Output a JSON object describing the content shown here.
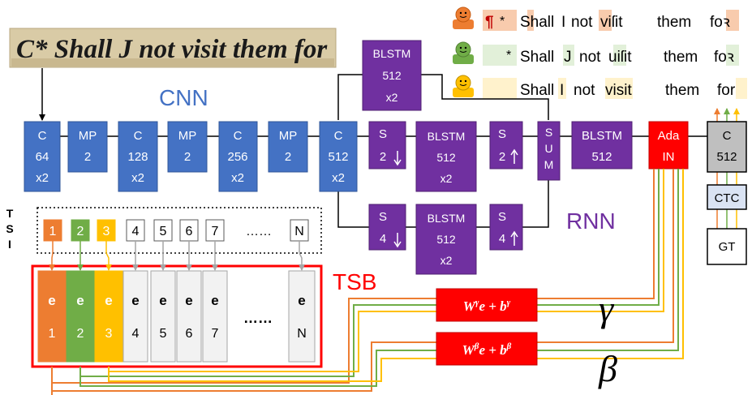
{
  "sample_image": {
    "text": "C* Shall J not visit them for"
  },
  "legend": [
    {
      "lead": "¶",
      "star": "*",
      "w1": "Shall",
      "w2": "I",
      "w3": "not",
      "w4a": "vi",
      "w4b": "ſ",
      "w4c": "it",
      "w5": "them",
      "w6a": "fo",
      "w6b": "ꝛ",
      "color": "#ED7D31",
      "bg": "#F8CBAD"
    },
    {
      "lead": "",
      "star": "*",
      "w1": "Shall",
      "w2": "J",
      "w3": "not",
      "w4a": "ui",
      "w4b": "ſ",
      "w4c": "it",
      "w5": "them",
      "w6a": "fo",
      "w6b": "ꝛ",
      "color": "#70AD47",
      "bg": "#E2F0D9"
    },
    {
      "lead": "",
      "star": "",
      "w1": "Shall",
      "w2": "I",
      "w3": "not",
      "w4a": "vi",
      "w4b": "s",
      "w4c": "it",
      "w5": "them",
      "w6a": "fo",
      "w6b": "r",
      "color": "#FFC000",
      "bg": "#FFF2CC"
    }
  ],
  "labels": {
    "cnn": "CNN",
    "rnn": "RNN",
    "tsb": "TSB",
    "tsi": [
      "T",
      "S",
      "I"
    ]
  },
  "cnn_blocks": [
    {
      "l1": "C",
      "l2": "64",
      "l3": "x2"
    },
    {
      "l1": "MP",
      "l2": "2",
      "l3": ""
    },
    {
      "l1": "C",
      "l2": "128",
      "l3": "x2"
    },
    {
      "l1": "MP",
      "l2": "2",
      "l3": ""
    },
    {
      "l1": "C",
      "l2": "256",
      "l3": "x2"
    },
    {
      "l1": "MP",
      "l2": "2",
      "l3": ""
    },
    {
      "l1": "C",
      "l2": "512",
      "l3": "x2"
    }
  ],
  "rnn_blocks": {
    "top_blstm": [
      "BLSTM",
      "512",
      "x2"
    ],
    "s_mid": [
      "S",
      "2"
    ],
    "mid_blstm": [
      "BLSTM",
      "512",
      "x2"
    ],
    "s_up_mid": [
      "S",
      "2"
    ],
    "sum": [
      "S",
      "U",
      "M"
    ],
    "s_bot": [
      "S",
      "4"
    ],
    "bot_blstm": [
      "BLSTM",
      "512",
      "x2"
    ],
    "s_up_bot": [
      "S",
      "4"
    ],
    "final_blstm": [
      "BLSTM",
      "512"
    ]
  },
  "adain": [
    "Ada",
    "IN"
  ],
  "c512": [
    "C",
    "512"
  ],
  "ctc": "CTC",
  "gt": "GT",
  "tsi_slots": [
    "1",
    "2",
    "3",
    "4",
    "5",
    "6",
    "7",
    "……",
    "N"
  ],
  "tsb_cols": [
    {
      "e": "e",
      "n": "1"
    },
    {
      "e": "e",
      "n": "2"
    },
    {
      "e": "e",
      "n": "3"
    },
    {
      "e": "e",
      "n": "4"
    },
    {
      "e": "e",
      "n": "5"
    },
    {
      "e": "e",
      "n": "6"
    },
    {
      "e": "e",
      "n": "7"
    },
    {
      "e": "……",
      "n": ""
    },
    {
      "e": "e",
      "n": "N"
    }
  ],
  "formulas": {
    "gamma": {
      "W": "W",
      "sup1": "γ",
      "mid": "e + ",
      "b": "b",
      "sup2": "γ"
    },
    "beta": {
      "W": "W",
      "sup1": "β",
      "mid": "e + ",
      "b": "b",
      "sup2": "β"
    }
  },
  "greek": {
    "gamma": "γ",
    "beta": "β"
  },
  "colors": {
    "cnn_blue": "#4472C4",
    "rnn_purple": "#7030A0",
    "red": "#FF0000",
    "orange": "#ED7D31",
    "green": "#70AD47",
    "yellow": "#FFC000",
    "gray_fill": "#D9D9D9",
    "ctc_fill": "#DAE3F3"
  }
}
